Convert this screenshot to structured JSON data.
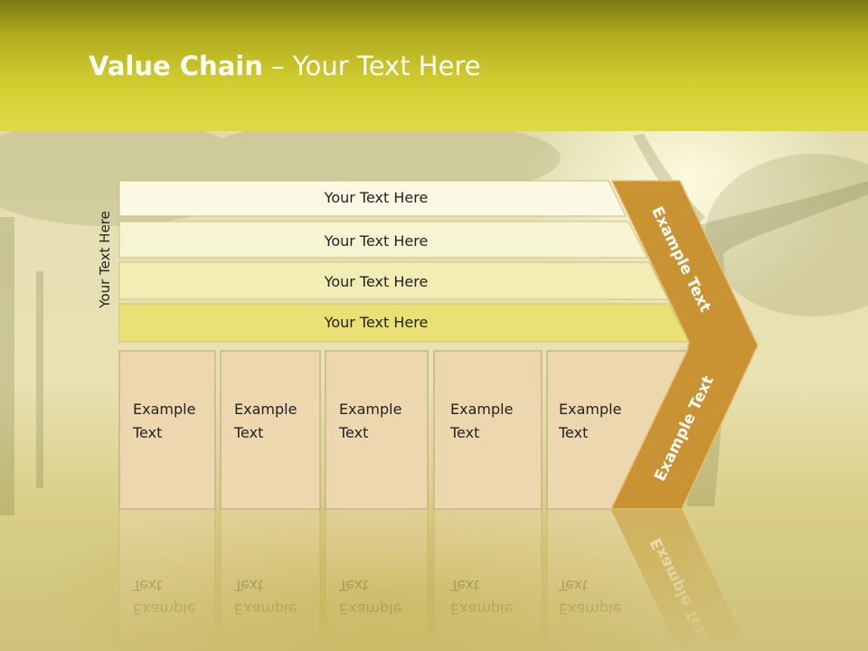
{
  "slide": {
    "title_bold": "Value Chain",
    "title_rest": " – Your Text Here"
  },
  "side_label": "Your Text Here",
  "bars": [
    {
      "label": "Your Text Here"
    },
    {
      "label": "Your Text Here"
    },
    {
      "label": "Your Text Here"
    },
    {
      "label": "Your Text Here"
    }
  ],
  "boxes": [
    {
      "line1": "Example",
      "line2": "Text"
    },
    {
      "line1": "Example",
      "line2": "Text"
    },
    {
      "line1": "Example",
      "line2": "Text"
    },
    {
      "line1": "Example",
      "line2": "Text"
    },
    {
      "line1": "Example",
      "line2": "Text"
    }
  ],
  "chevron": {
    "top_label": "Example Text",
    "bottom_label": "Example Text"
  },
  "colors": {
    "banner": "#d3cf31",
    "bar_fills": [
      "#fbf9e3",
      "#f7f4d2",
      "#f1edb5",
      "#e9e174"
    ],
    "box_fill": "#edd7ae",
    "chevron_fill": "#c99232"
  }
}
